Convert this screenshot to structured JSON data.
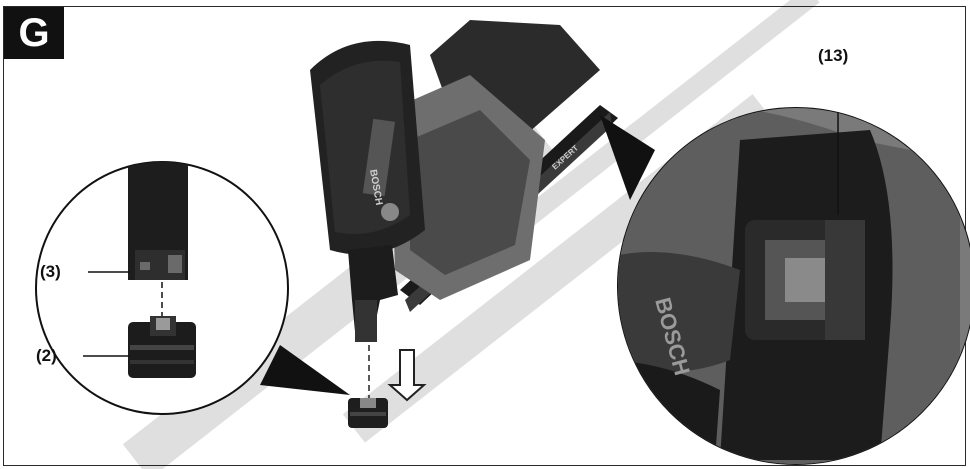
{
  "figure": {
    "badge": "G",
    "callouts": {
      "part_3": "(3)",
      "part_2": "(2)",
      "part_13": "(13)"
    },
    "tool_brand_text": "BOSCH",
    "tool_model_text": "EXPERT",
    "zoom_brand_text": "BOSCH",
    "colors": {
      "badge": "#111111",
      "tool_body": "#2b2b2b",
      "tool_grey": "#6e6e6e"
    }
  }
}
